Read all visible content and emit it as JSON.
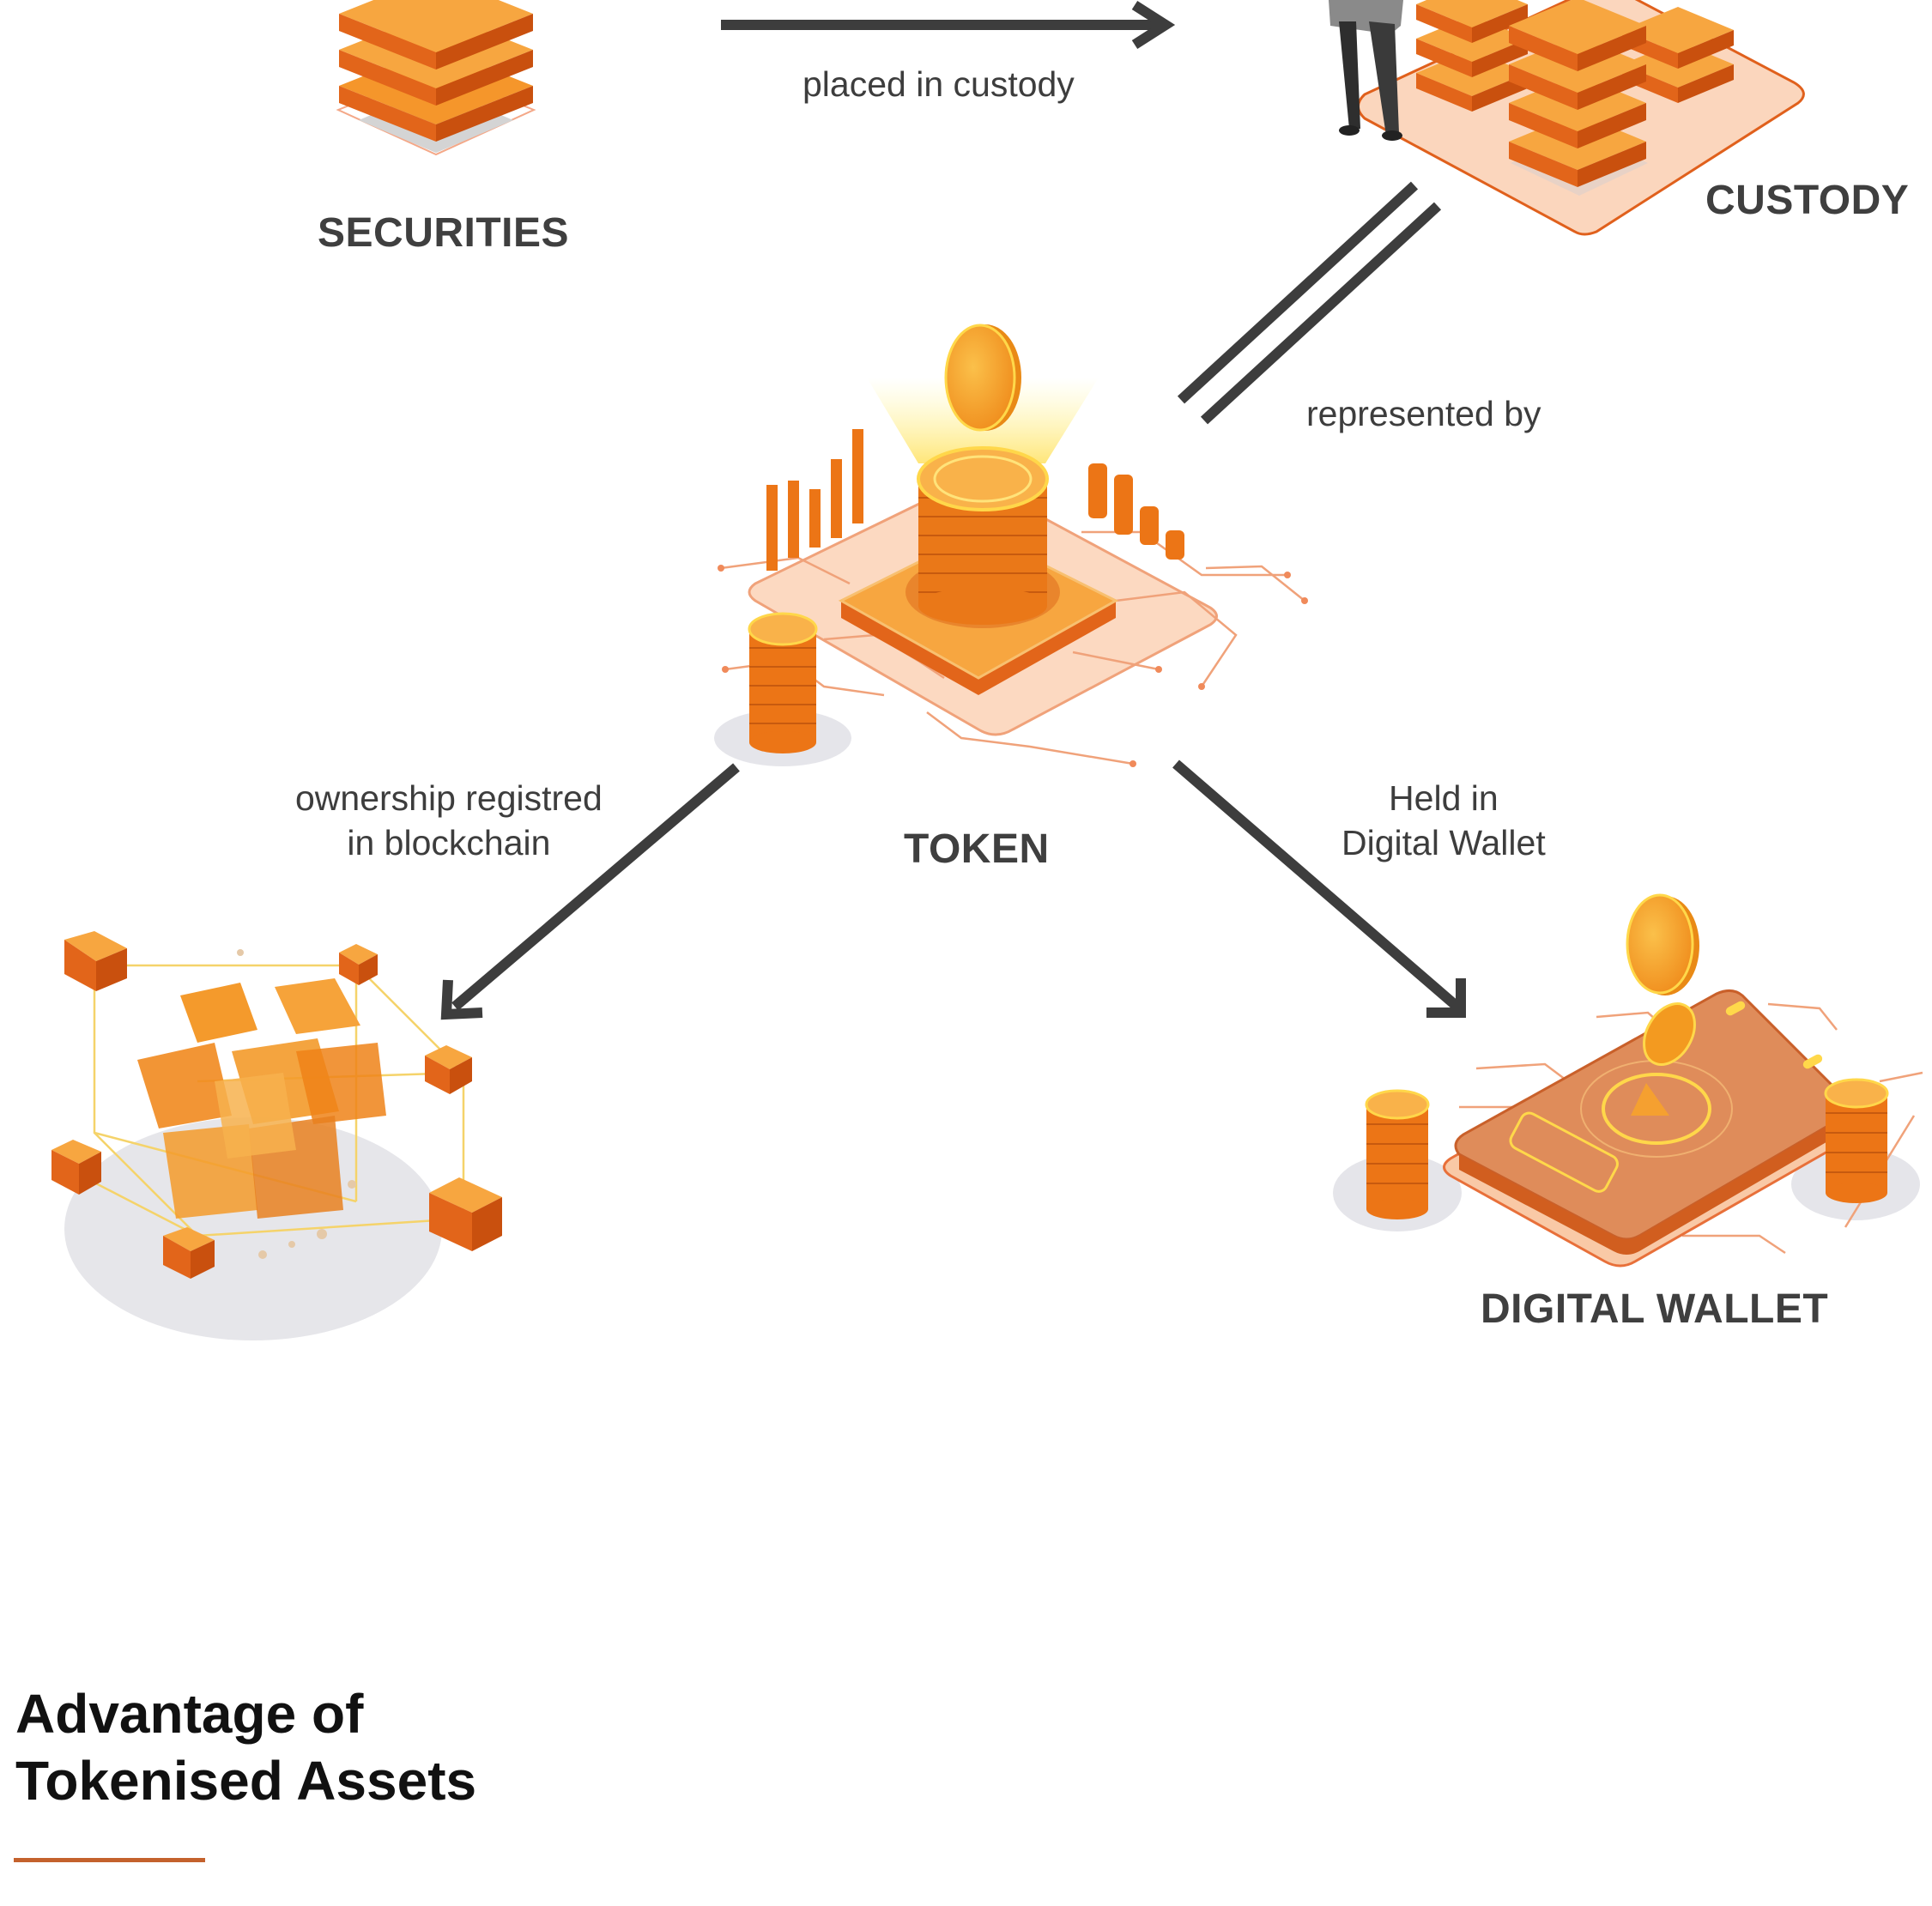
{
  "nodes": {
    "securities": "SECURITIES",
    "custody": "CUSTODY",
    "token": "TOKEN",
    "digital_wallet": "DIGITAL WALLET"
  },
  "edges": {
    "placed_in_custody": "placed in custody",
    "represented_by": "represented by",
    "ownership": {
      "line1": "ownership registred",
      "line2": "in blockchain"
    },
    "held_in": {
      "line1": "Held in",
      "line2": "Digital Wallet"
    }
  },
  "heading": {
    "line1": "Advantage of",
    "line2": "Tokenised Assets"
  },
  "colors": {
    "orange": "#f28a1e",
    "orange_dark": "#d9540f",
    "orange_light": "#fbd2b0",
    "arrow": "#3d3d3d",
    "accent_rule": "#c4622d"
  },
  "icons": [
    "securities-stack-icon",
    "custody-vault-icon",
    "person-icon",
    "token-coin-icon",
    "blockchain-cubes-icon",
    "digital-wallet-phone-icon",
    "coin-stack-icon"
  ]
}
